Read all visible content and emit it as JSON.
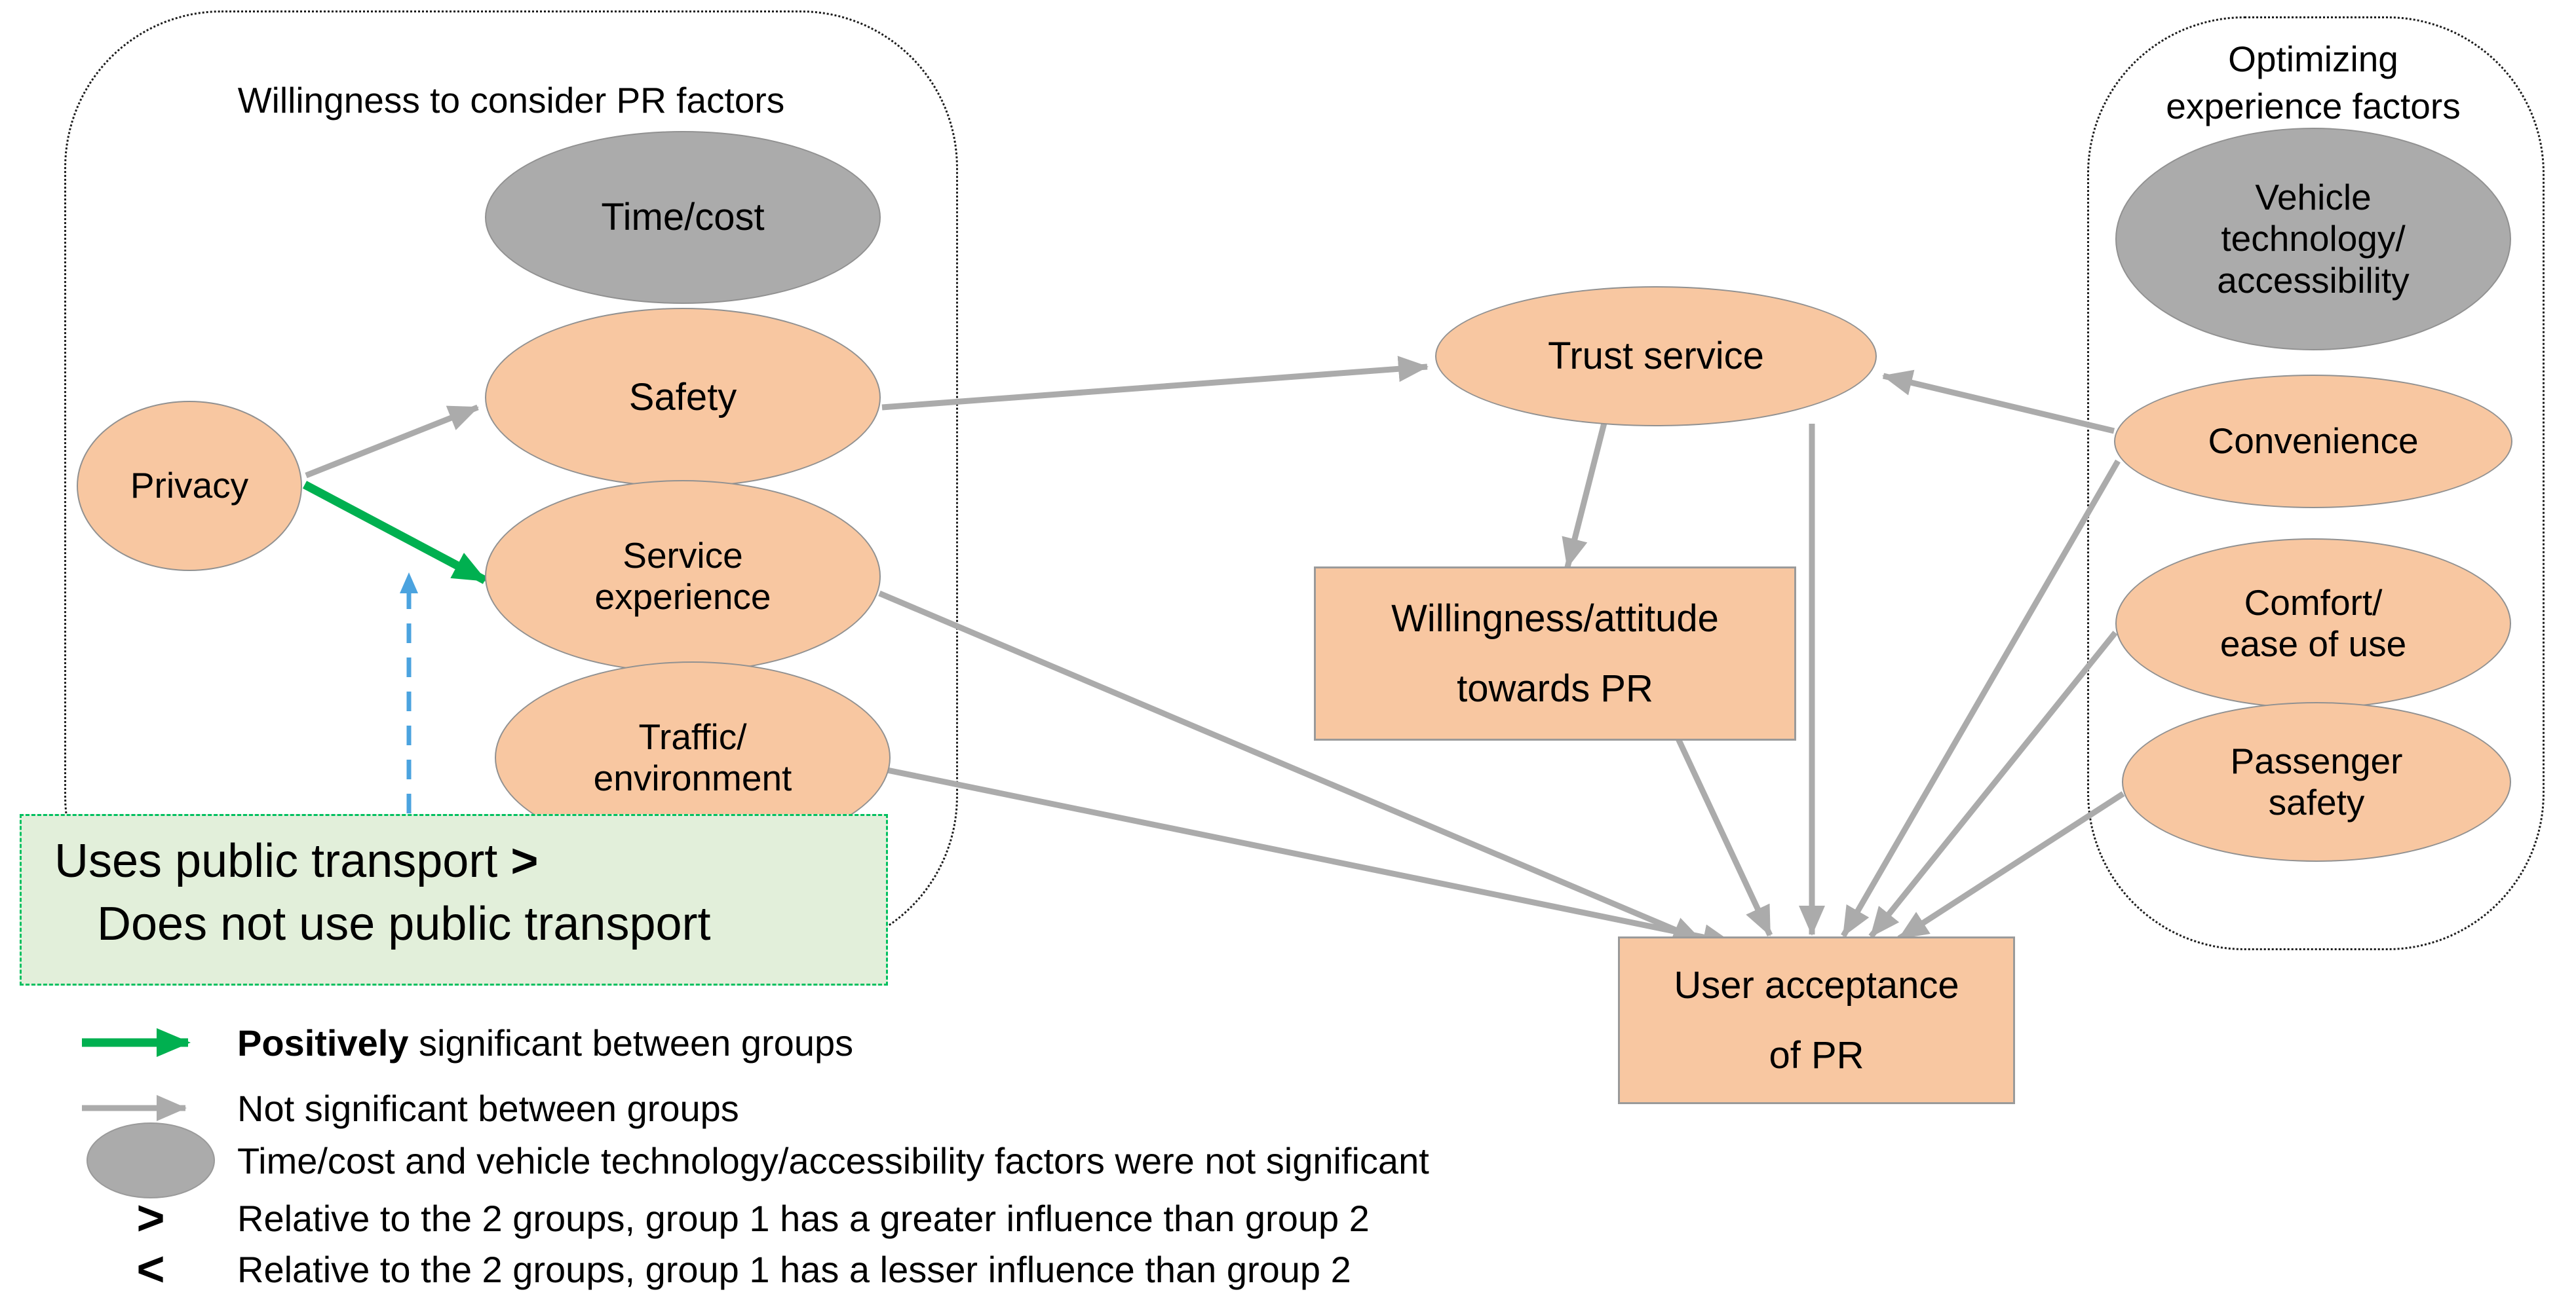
{
  "colors": {
    "orange": "#F8C7A1",
    "gray_node": "#ABABAB",
    "line_gray": "#ABABAB",
    "green": "#00B050",
    "blue": "#4BA3DF",
    "note_bg": "#E2EFDA",
    "note_border": "#00C060",
    "node_border": "#919191",
    "ink": "#000000"
  },
  "left_panel": {
    "title": "Willingness to consider PR factors",
    "time_cost": "Time/cost",
    "safety": "Safety",
    "privacy": "Privacy",
    "service_experience": "Service\nexperience",
    "traffic_environment": "Traffic/\nenvironment"
  },
  "right_panel": {
    "title": "Optimizing\nexperience factors",
    "vehicle_technology": "Vehicle\ntechnology/\naccessibility",
    "convenience": "Convenience",
    "comfort": "Comfort/\nease of use",
    "passenger_safety": "Passenger\nsafety"
  },
  "center": {
    "trust_service": "Trust service",
    "willingness": "Willingness/attitude\ntowards PR",
    "user_acceptance": "User acceptance\nof PR"
  },
  "note": {
    "line1": "Uses public transport ",
    "line1_symbol": ">",
    "line2": "Does not use public transport"
  },
  "legend": {
    "positive_bold": "Positively",
    "positive_rest": " significant between groups",
    "not_significant": "Not significant between groups",
    "gray_note": "Time/cost and vehicle technology/accessibility factors were not significant",
    "greater_symbol": ">",
    "greater_text": "Relative to the 2 groups, group 1 has a greater influence than group 2",
    "lesser_symbol": "<",
    "lesser_text": "Relative to the 2 groups, group 1 has a lesser influence than group 2"
  }
}
